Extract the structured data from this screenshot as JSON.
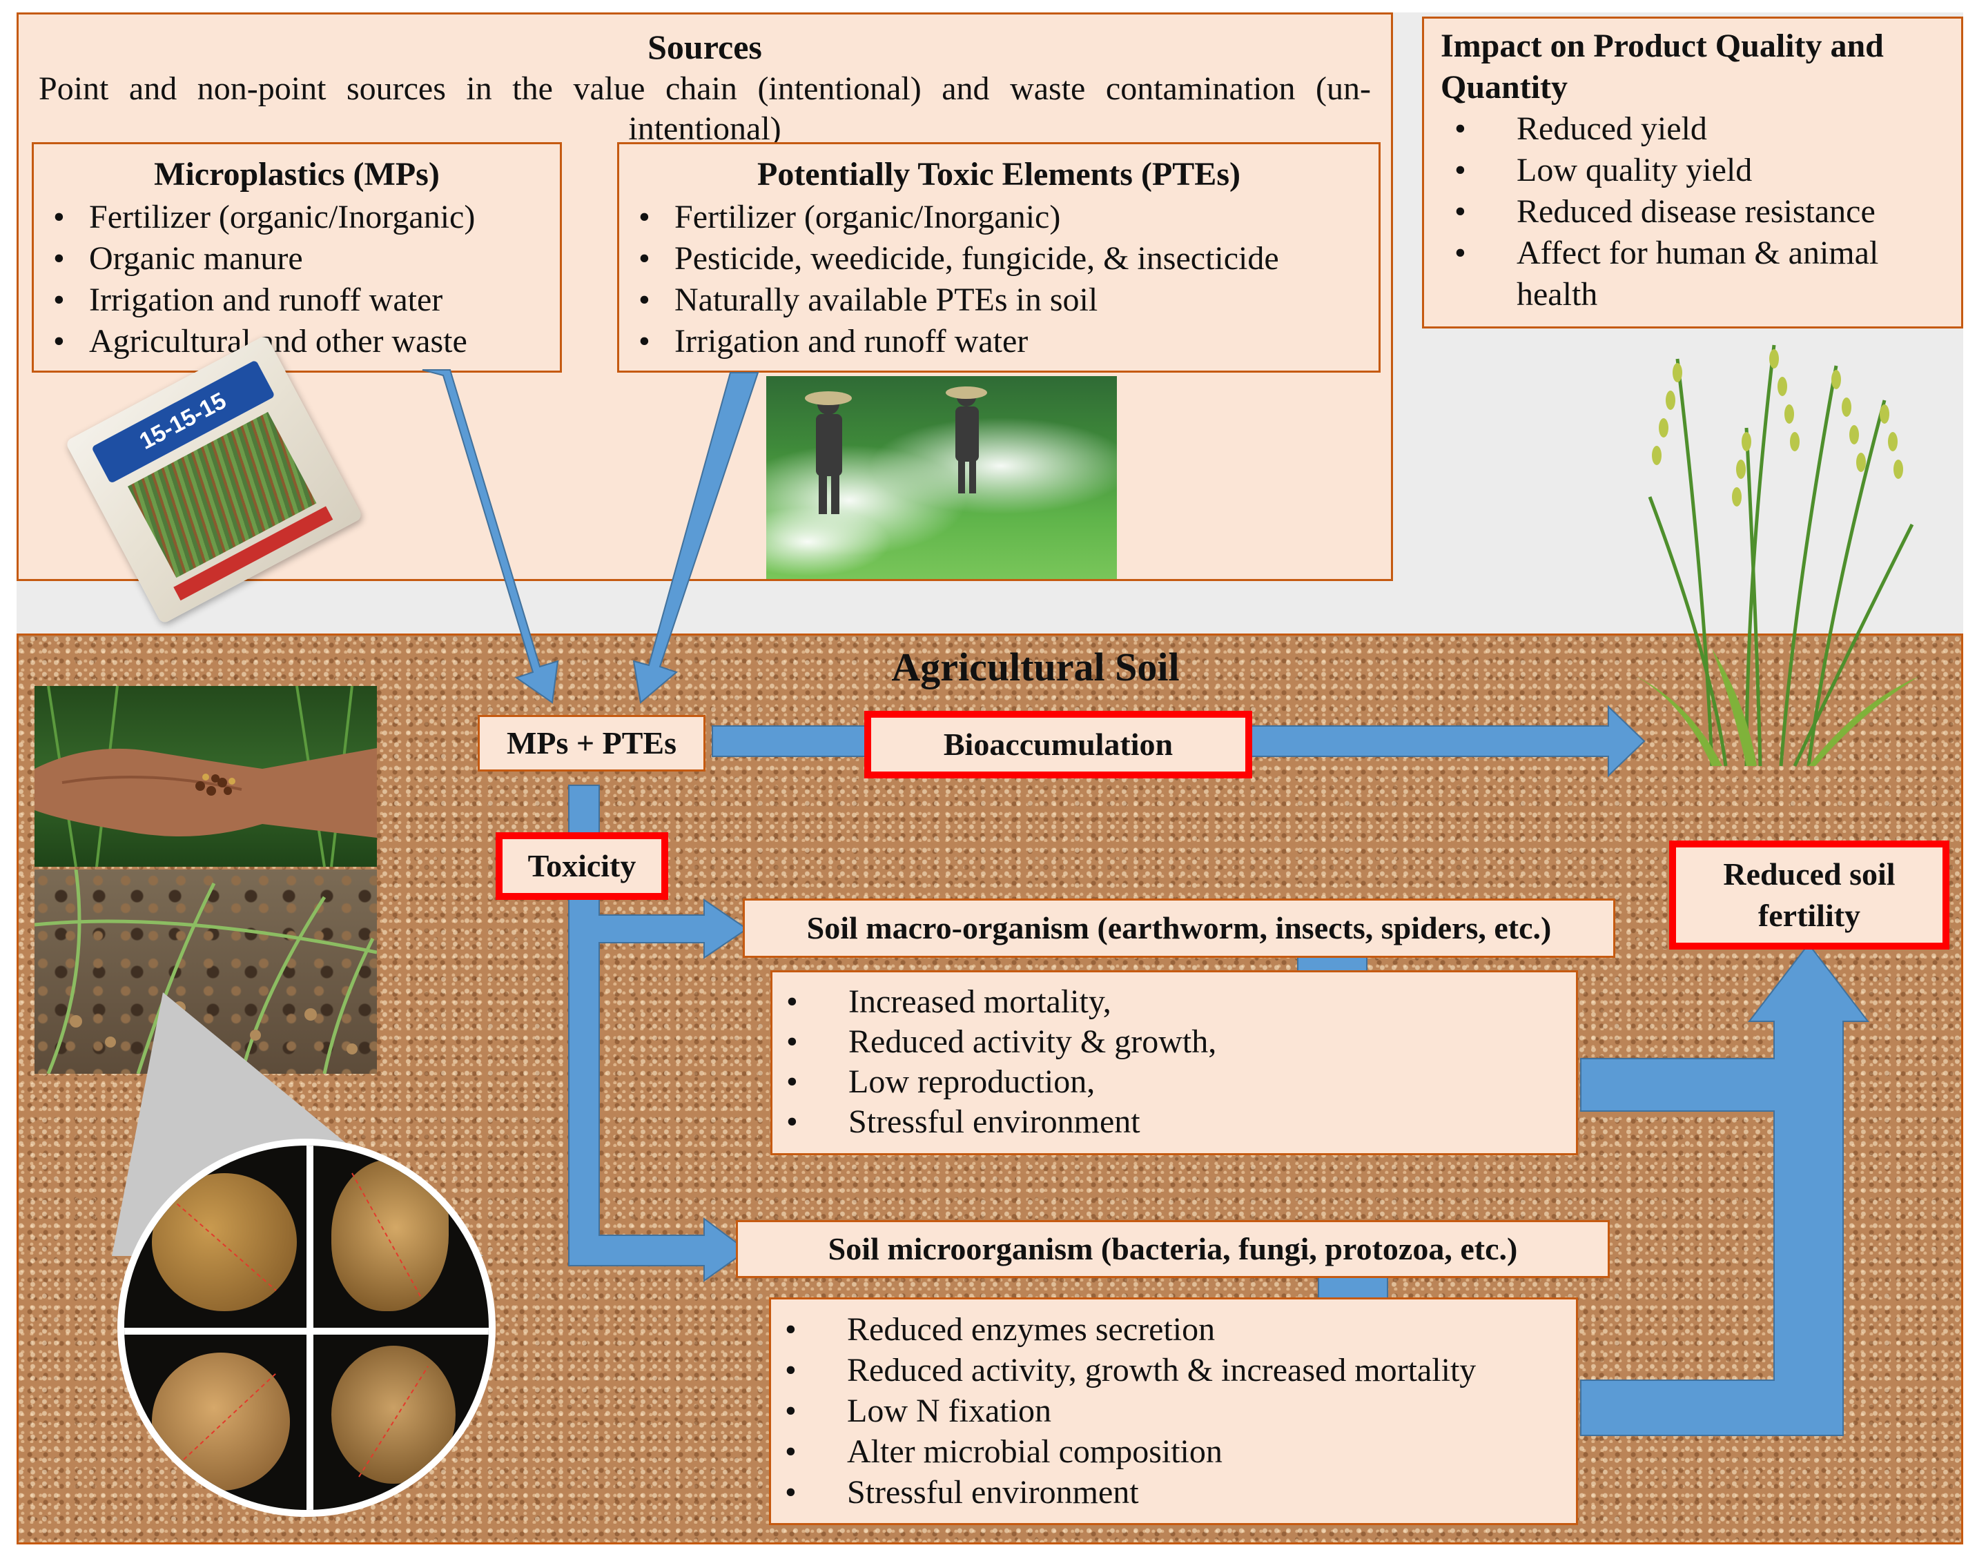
{
  "sources": {
    "title": "Sources",
    "subtitle": "Point and non-point sources in the value chain (intentional) and waste contamination (un-intentional)"
  },
  "microplastics": {
    "title": "Microplastics (MPs)",
    "items": [
      "Fertilizer (organic/Inorganic)",
      "Organic manure",
      "Irrigation and runoff water",
      "Agricultural and other waste"
    ]
  },
  "ptes": {
    "title": "Potentially Toxic Elements (PTEs)",
    "items": [
      "Fertilizer (organic/Inorganic)",
      "Pesticide, weedicide, fungicide, & insecticide",
      "Naturally available PTEs in soil",
      "Irrigation and runoff water"
    ]
  },
  "impact": {
    "title": "Impact on Product Quality and Quantity",
    "items": [
      "Reduced yield",
      "Low quality yield",
      "Reduced disease resistance",
      "Affect for human & animal health"
    ]
  },
  "fertilizer_bag": {
    "label": "15-15-15"
  },
  "soil": {
    "title": "Agricultural Soil"
  },
  "mps_ptes": {
    "label": "MPs + PTEs"
  },
  "bioaccumulation": {
    "label": "Bioaccumulation"
  },
  "toxicity": {
    "label": "Toxicity"
  },
  "reduced_fertility": {
    "label": "Reduced soil fertility"
  },
  "macro": {
    "title": "Soil macro-organism (earthworm, insects, spiders, etc.)",
    "effects": [
      "Increased mortality,",
      "Reduced activity & growth,",
      "Low reproduction,",
      "Stressful environment"
    ]
  },
  "micro": {
    "title": "Soil microorganism (bacteria, fungi, protozoa, etc.)",
    "effects": [
      "Reduced enzymes secretion",
      "Reduced activity, growth & increased mortality",
      "Low N fixation",
      "Alter microbial composition",
      "Stressful environment"
    ]
  },
  "colors": {
    "arrow": "#5b9bd5",
    "box_fill": "#fbe5d6",
    "box_border": "#c55a11",
    "highlight": "#ff0000"
  }
}
